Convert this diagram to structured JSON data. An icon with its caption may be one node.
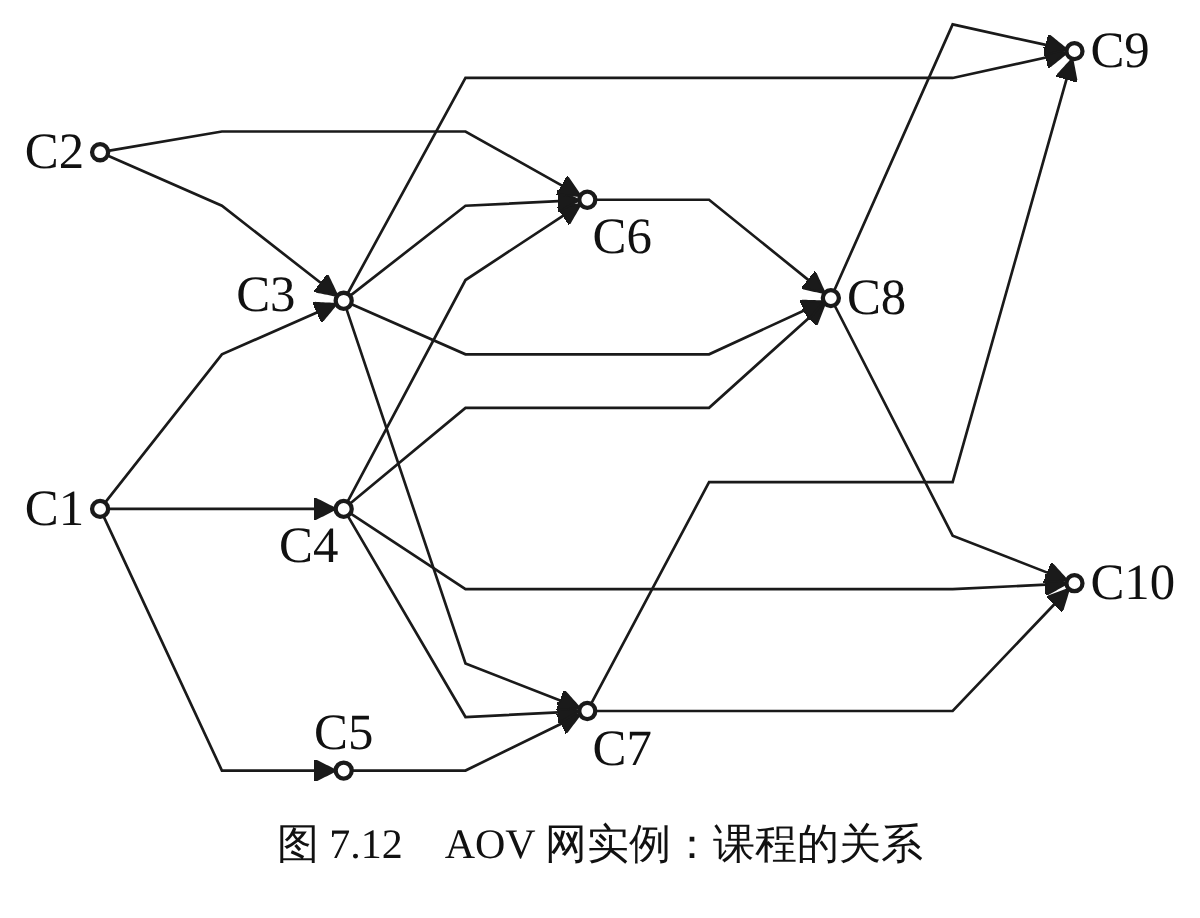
{
  "diagram": {
    "caption": "图 7.12　AOV 网实例：课程的关系",
    "nodes": [
      {
        "text": [],
        "shape": "circle",
        "beside": [
          "C5"
        ]
      },
      {
        "text": [],
        "shape": "circle",
        "beside": [
          "C7"
        ]
      },
      {
        "text": [],
        "shape": "circle",
        "beside": [
          "C1"
        ]
      },
      {
        "text": [],
        "shape": "circle",
        "beside": [
          "C4"
        ]
      },
      {
        "text": [],
        "shape": "circle",
        "beside": [
          "C9"
        ]
      },
      {
        "text": [],
        "shape": "circle",
        "beside": [
          "C3"
        ]
      },
      {
        "text": [],
        "shape": "circle",
        "beside": [
          "C8"
        ]
      },
      {
        "text": [],
        "shape": "circle",
        "beside": [
          "C10"
        ]
      },
      {
        "text": [],
        "shape": "circle",
        "beside": [
          "C2"
        ]
      },
      {
        "text": [],
        "shape": "circle",
        "beside": [
          "C6"
        ]
      }
    ],
    "edges": [
      {
        "from": 2,
        "to": 0,
        "arrow": "to"
      },
      {
        "from": 2,
        "to": 3,
        "arrow": "to"
      },
      {
        "from": 2,
        "to": 5,
        "arrow": "to"
      },
      {
        "from": 0,
        "to": 1,
        "arrow": "to"
      },
      {
        "from": 3,
        "to": 1,
        "arrow": "to"
      },
      {
        "from": 5,
        "to": 1,
        "arrow": "to"
      },
      {
        "from": 1,
        "to": 4,
        "arrow": "to"
      },
      {
        "from": 1,
        "to": 7,
        "arrow": "to"
      },
      {
        "from": 3,
        "to": 7,
        "arrow": "to"
      },
      {
        "from": 3,
        "to": 6,
        "arrow": "to"
      },
      {
        "from": 3,
        "to": 9,
        "arrow": "to"
      },
      {
        "from": 5,
        "to": 4,
        "arrow": "to"
      },
      {
        "from": 5,
        "to": 6,
        "arrow": "to"
      },
      {
        "from": 5,
        "to": 9,
        "arrow": "to"
      },
      {
        "from": 6,
        "to": 4,
        "arrow": "to"
      },
      {
        "from": 6,
        "to": 7,
        "arrow": "to"
      },
      {
        "from": 8,
        "to": 5,
        "arrow": "to"
      },
      {
        "from": 8,
        "to": 9,
        "arrow": "to"
      },
      {
        "from": 9,
        "to": 6,
        "arrow": "to"
      }
    ]
  }
}
